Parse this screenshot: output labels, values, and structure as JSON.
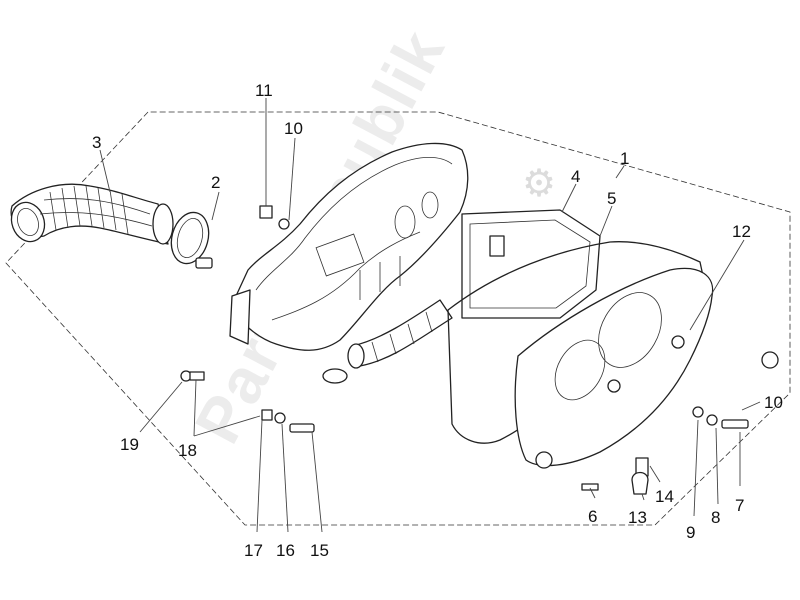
{
  "watermark": {
    "text": "PartsRepublik",
    "icon": "gear-icon"
  },
  "callouts": [
    {
      "id": "c1",
      "label": "1"
    },
    {
      "id": "c2",
      "label": "2"
    },
    {
      "id": "c3",
      "label": "3"
    },
    {
      "id": "c4",
      "label": "4"
    },
    {
      "id": "c5",
      "label": "5"
    },
    {
      "id": "c6",
      "label": "6"
    },
    {
      "id": "c7",
      "label": "7"
    },
    {
      "id": "c8",
      "label": "8"
    },
    {
      "id": "c9",
      "label": "9"
    },
    {
      "id": "c10a",
      "label": "10"
    },
    {
      "id": "c10b",
      "label": "10"
    },
    {
      "id": "c11",
      "label": "11"
    },
    {
      "id": "c12",
      "label": "12"
    },
    {
      "id": "c13",
      "label": "13"
    },
    {
      "id": "c14",
      "label": "14"
    },
    {
      "id": "c15",
      "label": "15"
    },
    {
      "id": "c16",
      "label": "16"
    },
    {
      "id": "c17",
      "label": "17"
    },
    {
      "id": "c18",
      "label": "18"
    },
    {
      "id": "c19",
      "label": "19"
    }
  ]
}
